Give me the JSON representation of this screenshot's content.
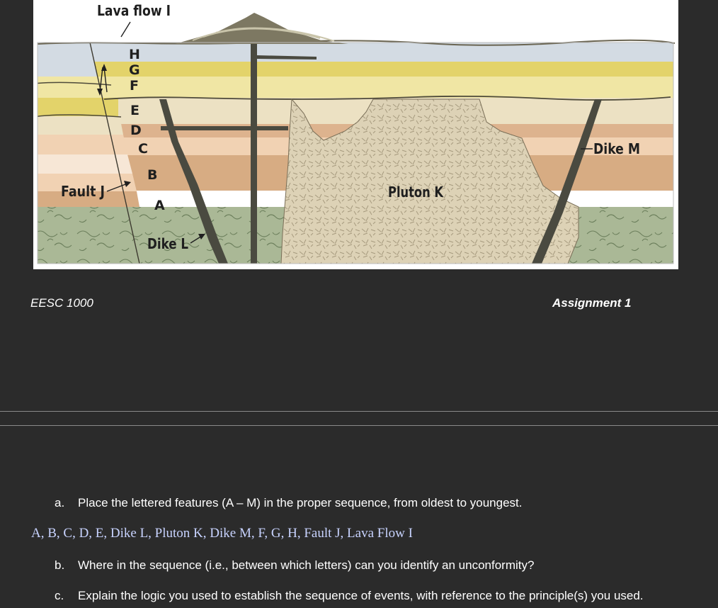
{
  "diagram": {
    "labels": {
      "lava_flow": "Lava flow I",
      "layer_h": "H",
      "layer_g": "G",
      "layer_f": "F",
      "layer_e": "E",
      "layer_d": "D",
      "layer_c": "C",
      "layer_b": "B",
      "layer_a": "A",
      "fault": "Fault J",
      "dike_l": "Dike L",
      "pluton": "Pluton K",
      "dike_m": "Dike M"
    },
    "colors": {
      "layer_h": "#d3dbe3",
      "layer_g": "#e3d36a",
      "layer_f": "#f0e6a4",
      "layer_e": "#ece1c3",
      "layer_d": "#ddb38e",
      "layer_c": "#f1d2b3",
      "layer_b": "#d7ac83",
      "basement": "#aab896",
      "pluton": "#ddd2b6",
      "dike": "#4a4a40",
      "volcano": "#7d7862"
    }
  },
  "header": {
    "course": "EESC 1000",
    "assignment": "Assignment 1"
  },
  "questions": {
    "a_letter": "a.",
    "a_text": "Place the lettered features (A – M) in the proper sequence, from oldest to youngest.",
    "answer": "A, B, C, D, E, Dike L, Pluton K, Dike M, F, G, H, Fault J, Lava Flow I",
    "b_letter": "b.",
    "b_text": "Where in the sequence (i.e., between which letters) can you identify an unconformity?",
    "c_letter": "c.",
    "c_text": "Explain the logic you used to establish the sequence of events, with reference to the principle(s) you used."
  }
}
